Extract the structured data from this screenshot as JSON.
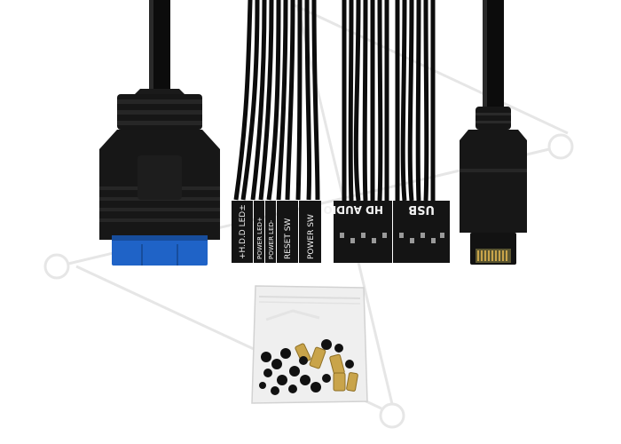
{
  "colors": {
    "cable": "#0c0c0c",
    "housing": "#151515",
    "usb3_insert": "#1f63c7",
    "connector_text": "#f2f2f2",
    "watermark": "#e6e6e6",
    "brass": "#c9a44a"
  },
  "connectors": {
    "front_panel_labels": [
      "+H.D.D LED±",
      "POWER LED+",
      "POWER LED-",
      "RESET SW",
      "POWER SW"
    ],
    "hd_audio_label": "HD AUDIO",
    "usb2_label": "USB"
  },
  "icons": [
    "watermark-icon",
    "usb3-header-icon",
    "usb-c-icon",
    "screw-bag-icon"
  ]
}
